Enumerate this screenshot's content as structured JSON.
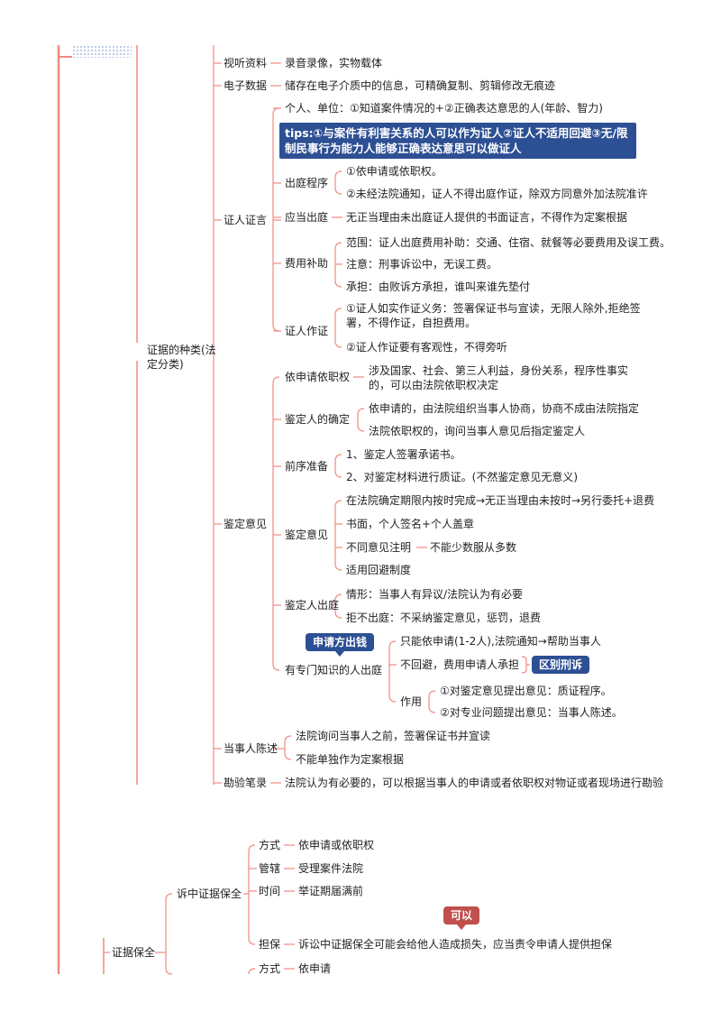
{
  "branch_color": "#f08a80",
  "tip_color": "#2d4f93",
  "tag_red_color": "#c0504d",
  "nodes": {
    "evidence_types": "证据的种类(法定分类)",
    "av": "视听资料",
    "av_desc": "录音录像，实物载体",
    "elec": "电子数据",
    "elec_desc": "储存在电子介质中的信息，可精确复制、剪辑修改无痕迹",
    "witness": "证人证言",
    "w_who": "个人、单位：①知道案件情况的+②正确表达意思的人(年龄、智力)",
    "w_tip": "tips:①与案件有利害关系的人可以作为证人②证人不适用回避③无/限制民事行为能力人能够正确表达意思可以做证人",
    "w_court_proc": "出庭程序",
    "w_court_proc_1": "①依申请或依职权。",
    "w_court_proc_2": "②未经法院通知，证人不得出庭作证，除双方同意外加法院准许",
    "w_should": "应当出庭",
    "w_should_desc": "无正当理由未出庭证人提供的书面证言，不得作为定案根据",
    "w_fee": "费用补助",
    "w_fee_scope": "范围：证人出庭费用补助：交通、住宿、就餐等必要费用及误工费。",
    "w_fee_note": "注意：刑事诉讼中，无误工费。",
    "w_fee_bear": "承担：由败诉方承担，谁叫来谁先垫付",
    "w_testify": "证人作证",
    "w_testify_1": "①证人如实作证义务：签署保证书与宣读，无限人除外,拒绝签署，不得作证，自担费用。",
    "w_testify_2": "②证人作证要有客观性，不得旁听",
    "appraisal": "鉴定意见",
    "ap_apply": "依申请依职权",
    "ap_apply_desc": "涉及国家、社会、第三人利益，身份关系，程序性事实的，可以由法院依职权决定",
    "ap_who": "鉴定人的确定",
    "ap_who_1": "依申请的，由法院组织当事人协商，协商不成由法院指定",
    "ap_who_2": "法院依职权的，询问当事人意见后指定鉴定人",
    "ap_prep": "前序准备",
    "ap_prep_1": "1、鉴定人签署承诺书。",
    "ap_prep_2": "2、对鉴定材料进行质证。(不然鉴定意见无意义)",
    "ap_op": "鉴定意见",
    "ap_op_1": "在法院确定期限内按时完成→无正当理由未按时→另行委托+退费",
    "ap_op_2": "书面，个人签名+个人盖章",
    "ap_op_3": "不同意见注明",
    "ap_op_3b": "不能少数服从多数",
    "ap_op_4": "适用回避制度",
    "ap_court": "鉴定人出庭",
    "ap_court_1": "情形：当事人有异议/法院认为有必要",
    "ap_court_2": "拒不出庭：不采纳鉴定意见，惩罚，退费",
    "ap_expert": "有专门知识的人出庭",
    "ap_expert_tag": "申请方出钱",
    "ap_expert_1": "只能依申请(1-2人),法院通知→帮助当事人",
    "ap_expert_2": "不回避，费用申请人承担",
    "ap_expert_2_tag": "区别刑诉",
    "ap_expert_use": "作用",
    "ap_expert_use_1": "①对鉴定意见提出意见：质证程序。",
    "ap_expert_use_2": "②对专业问题提出意见：当事人陈述。",
    "party": "当事人陈述",
    "party_1": "法院询问当事人之前，签署保证书并宣读",
    "party_2": "不能单独作为定案根据",
    "inspect": "勘验笔录",
    "inspect_desc": "法院认为有必要的，可以根据当事人的申请或者依职权对物证或者现场进行勘验",
    "preservation": "证据保全",
    "in_suit": "诉中证据保全",
    "is_way": "方式",
    "is_way_desc": "依申请或依职权",
    "is_jur": "管辖",
    "is_jur_desc": "受理案件法院",
    "is_time": "时间",
    "is_time_desc": "举证期届满前",
    "is_guar": "担保",
    "is_guar_tag": "可以",
    "is_guar_desc": "诉讼中证据保全可能会给他人造成损失，应当责令申请人提供担保",
    "pre_way": "方式",
    "pre_way_desc": "依申请"
  }
}
